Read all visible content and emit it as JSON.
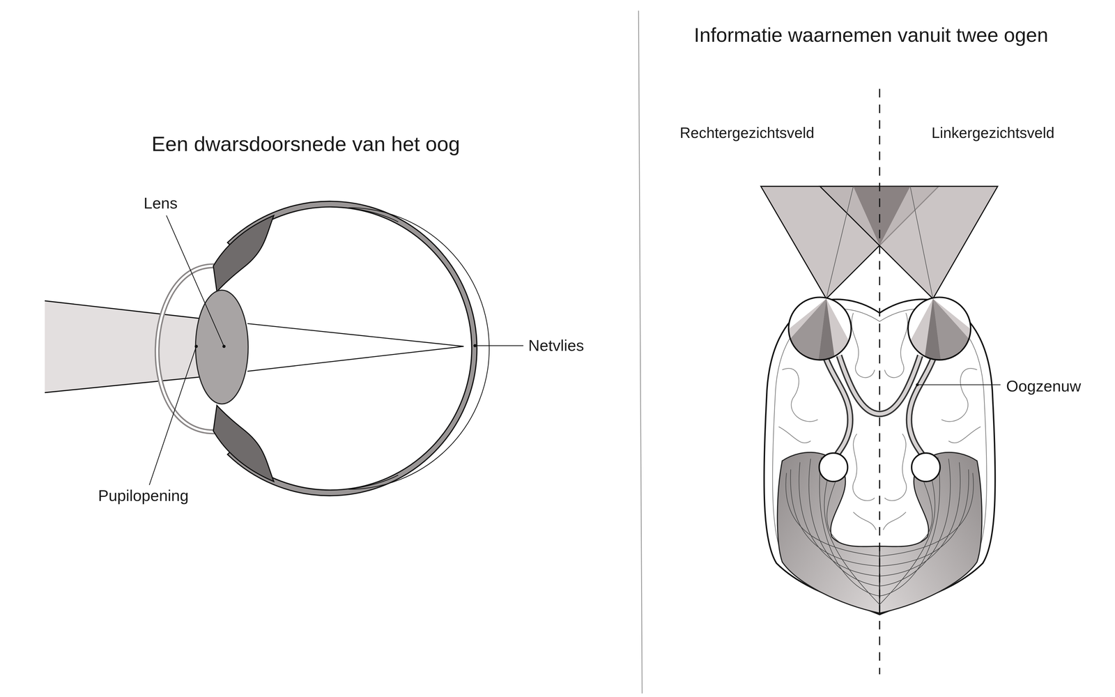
{
  "diagram": {
    "labels": [
      "Een dwarsdoorsnede van het oog",
      "Lens",
      "Pupilopening",
      "Netvlies",
      "Informatie waarnemen vanuit twee ogen",
      "Rechtergezichtsveld",
      "Linkergezichtsveld",
      "Oogzenuw"
    ]
  }
}
